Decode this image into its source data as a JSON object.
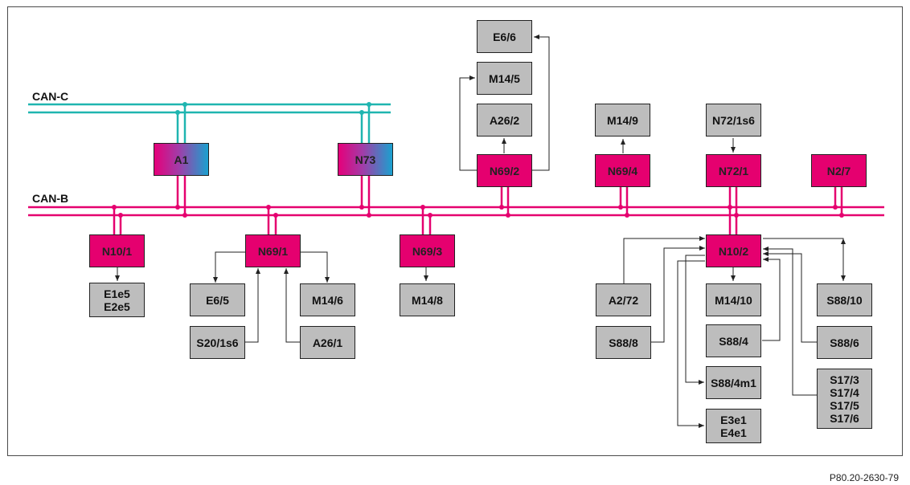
{
  "buses": {
    "can_c": "CAN-C",
    "can_b": "CAN-B"
  },
  "modules": {
    "A1": "A1",
    "N73": "N73",
    "N10_1": "N10/1",
    "N69_1": "N69/1",
    "N69_3": "N69/3",
    "N69_2": "N69/2",
    "N69_4": "N69/4",
    "N72_1": "N72/1",
    "N2_7": "N2/7",
    "N10_2": "N10/2"
  },
  "components": {
    "E6_6": "E6/6",
    "M14_5": "M14/5",
    "A26_2": "A26/2",
    "M14_9": "M14/9",
    "N72_1s6": "N72/1s6",
    "E1e5": "E1e5",
    "E2e5": "E2e5",
    "E6_5": "E6/5",
    "M14_6": "M14/6",
    "S20_1s6": "S20/1s6",
    "A26_1": "A26/1",
    "M14_8": "M14/8",
    "A2_72": "A2/72",
    "S88_8": "S88/8",
    "M14_10": "M14/10",
    "S88_4": "S88/4",
    "S88_4m1": "S88/4m1",
    "E3e1": "E3e1",
    "E4e1": "E4e1",
    "S88_10": "S88/10",
    "S88_6": "S88/6",
    "S17_3": "S17/3",
    "S17_4": "S17/4",
    "S17_5": "S17/5",
    "S17_6": "S17/6"
  },
  "colors": {
    "can_c": "#1fb5b0",
    "can_b": "#e5006f",
    "module": "#e5006f",
    "component": "#bdbdbd"
  },
  "reference": "P80.20-2630-79"
}
